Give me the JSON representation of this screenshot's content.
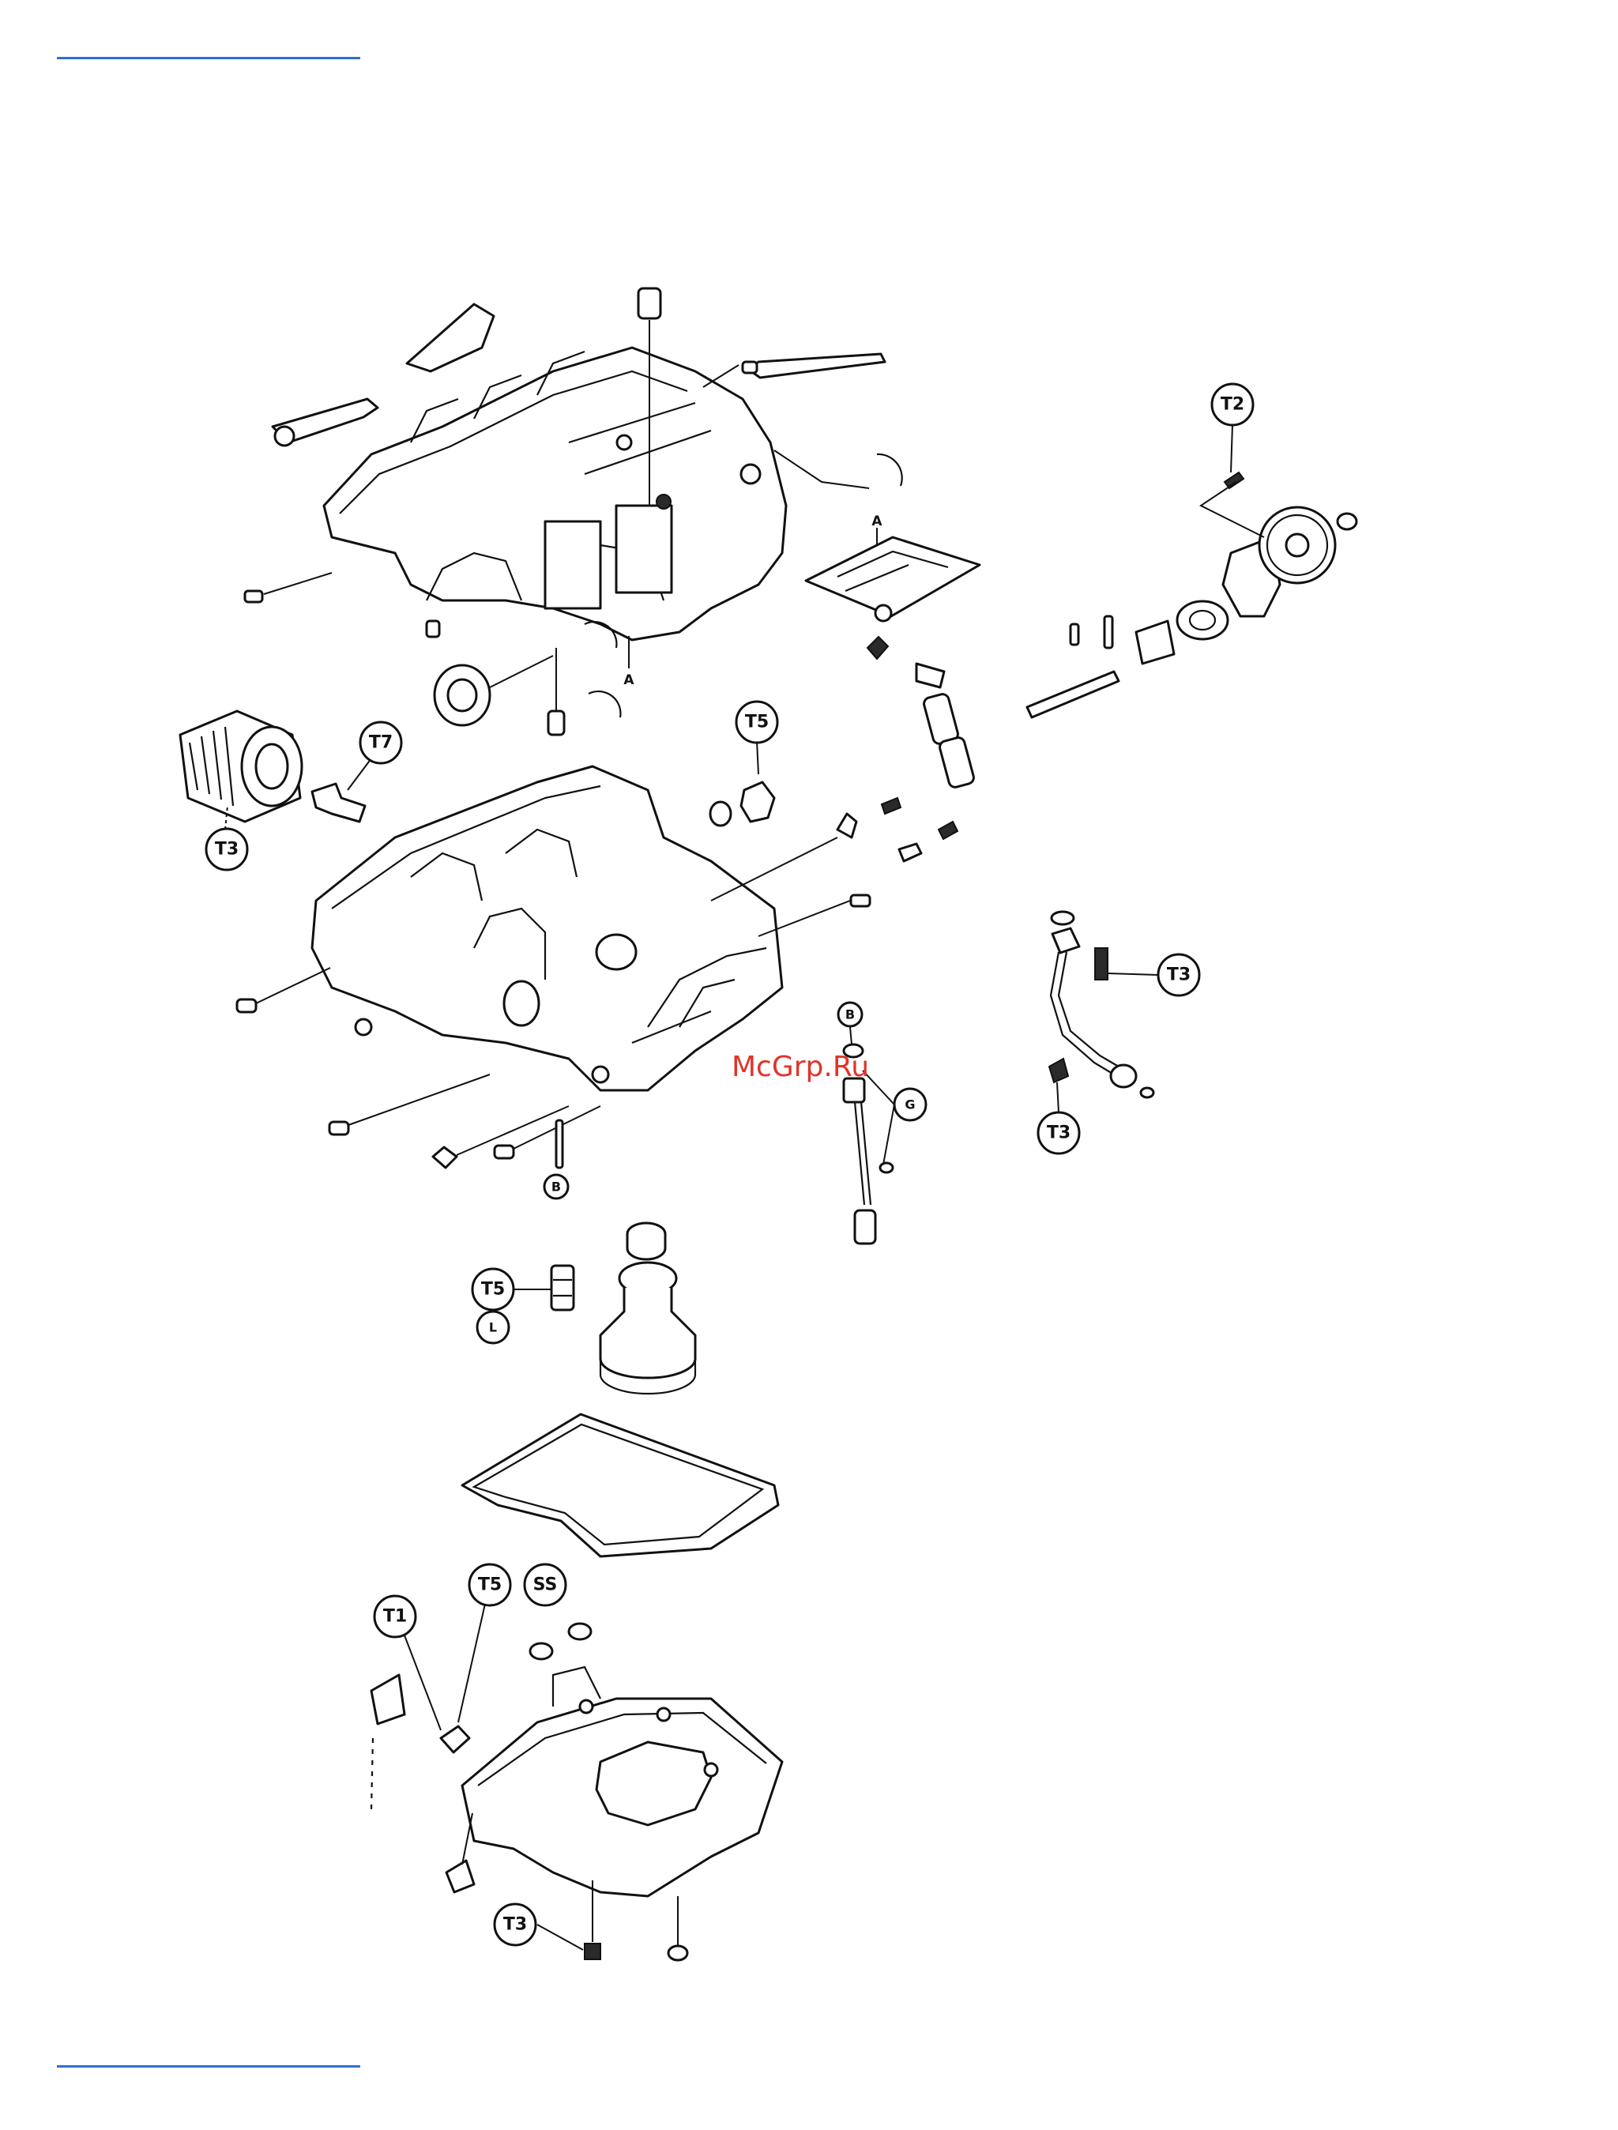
{
  "watermark": "McGrp.Ru",
  "callouts": {
    "t2": "T2",
    "t5_top": "T5",
    "t7": "T7",
    "t3_filter": "T3",
    "t3_pipe_upper": "T3",
    "t3_pipe_lower": "T3",
    "g": "G",
    "b_dipstick": "B",
    "b_lower": "B",
    "t5_plug": "T5",
    "l": "L",
    "t1": "T1",
    "t5_pan": "T5",
    "ss": "SS",
    "t3_pan": "T3"
  },
  "letters": {
    "a_plate": "A",
    "a_bearing": "A"
  }
}
